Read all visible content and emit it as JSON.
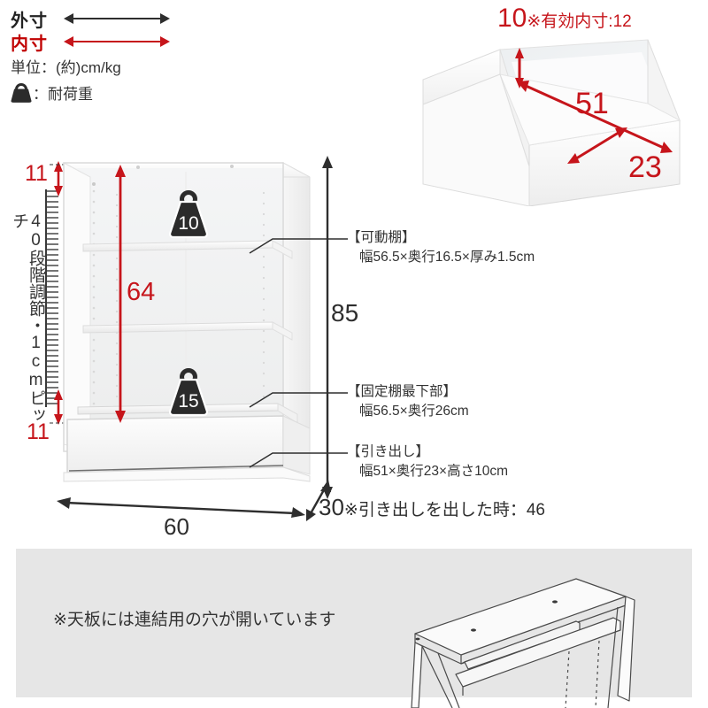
{
  "legend": {
    "outer_label": "外寸",
    "inner_label": "内寸",
    "unit_note": "単位：(約)cm/kg",
    "load_note": "：耐荷重",
    "load_icon": "weight-icon",
    "outer_arrow_color": "#2e2e2e",
    "inner_arrow_color": "#c6151b"
  },
  "drawer": {
    "height_label": "10",
    "height_note": "※有効内寸:12",
    "width_label": "51",
    "depth_label": "23",
    "photo_alt": "drawer-photo"
  },
  "cabinet": {
    "top_gap_label": "11",
    "bottom_gap_label": "11",
    "inner_height_label": "64",
    "total_height_label": "85",
    "width_label": "60",
    "depth_label": "30",
    "depth_note": "※引き出しを出した時：46",
    "scale_text": "40段階調節・1cmピッチ",
    "weights": [
      {
        "value": "10",
        "name": "upper-shelf-load"
      },
      {
        "value": "15",
        "name": "lower-shelf-load"
      }
    ]
  },
  "callouts": [
    {
      "title": "【可動棚】",
      "detail": "幅56.5×奥行16.5×厚み1.5cm",
      "name": "adjustable-shelf"
    },
    {
      "title": "【固定棚最下部】",
      "detail": "幅56.5×奥行26cm",
      "name": "fixed-bottom-shelf"
    },
    {
      "title": "【引き出し】",
      "detail": "幅51×奥行23×高さ10cm",
      "name": "drawer-spec"
    }
  ],
  "bottom": {
    "note": "※天板には連結用の穴が開いています",
    "illustration": "cabinet-top-line-drawing"
  },
  "colors": {
    "red": "#c6151b",
    "dark": "#2e2e2e",
    "panel_bg": "#e6e6e6"
  }
}
